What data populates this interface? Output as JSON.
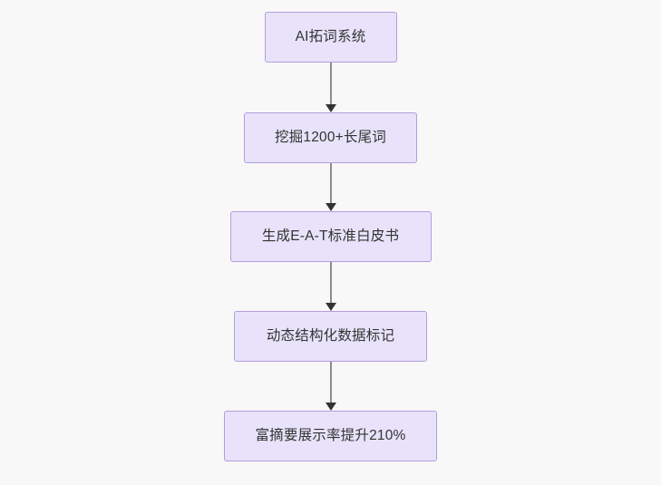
{
  "diagram": {
    "type": "flowchart",
    "orientation": "top-to-bottom",
    "background_color": "#f8f8f8",
    "node_fill_color": "#e8e3fa",
    "node_border_color": "#b49ddd",
    "node_text_color": "#333333",
    "connector_line_color": "#8c8c8c",
    "connector_arrow_color": "#333333",
    "nodes": [
      {
        "id": "node-1",
        "label": "AI拓词系统"
      },
      {
        "id": "node-2",
        "label": "挖掘1200+长尾词"
      },
      {
        "id": "node-3",
        "label": "生成E-A-T标准白皮书"
      },
      {
        "id": "node-4",
        "label": "动态结构化数据标记"
      },
      {
        "id": "node-5",
        "label": "富摘要展示率提升210%"
      }
    ],
    "edges": [
      {
        "id": "edge-1",
        "from": "node-1",
        "to": "node-2",
        "label": ""
      },
      {
        "id": "edge-2",
        "from": "node-2",
        "to": "node-3",
        "label": ""
      },
      {
        "id": "edge-3",
        "from": "node-3",
        "to": "node-4",
        "label": ""
      },
      {
        "id": "edge-4",
        "from": "node-4",
        "to": "node-5",
        "label": ""
      }
    ]
  }
}
